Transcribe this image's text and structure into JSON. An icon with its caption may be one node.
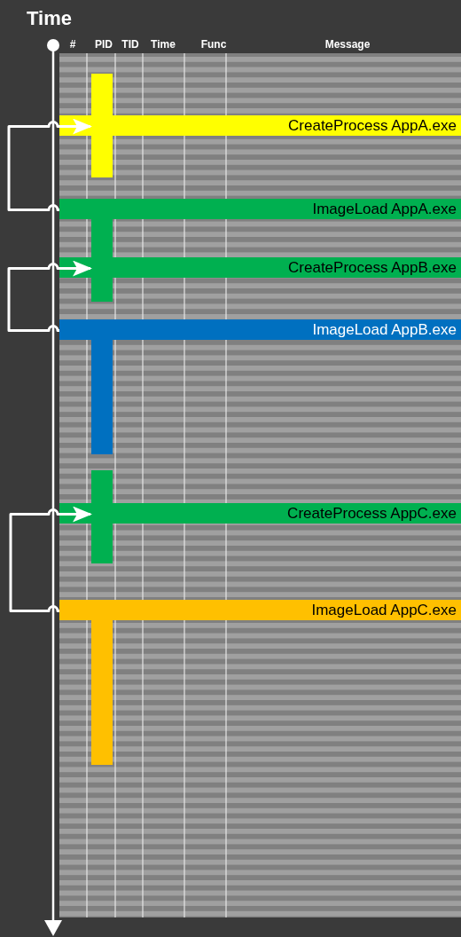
{
  "diagram": {
    "nodes": [
      {
        "text": [
          "CreateProcess AppA.exe"
        ]
      },
      {
        "text": [
          "ImageLoad AppA.exe"
        ]
      },
      {
        "text": [
          "CreateProcess AppB.exe"
        ]
      },
      {
        "text": [
          "ImageLoad AppB.exe"
        ]
      },
      {
        "text": [
          "CreateProcess AppC.exe"
        ]
      },
      {
        "text": [
          "ImageLoad AppC.exe"
        ]
      },
      {
        "text": [],
        "shape": "bar"
      },
      {
        "text": [],
        "shape": "bar"
      },
      {
        "text": [],
        "shape": "bar"
      },
      {
        "text": [],
        "shape": "bar"
      },
      {
        "text": [],
        "shape": "bar"
      }
    ],
    "edges": [
      {
        "from": 1,
        "to": 0,
        "arrow": "to"
      },
      {
        "from": 3,
        "to": 2,
        "arrow": "to"
      },
      {
        "from": 5,
        "to": 4,
        "arrow": "to"
      }
    ],
    "labels": [
      "Time",
      "#",
      "PID",
      "TID",
      "Time",
      "Func",
      "Message"
    ]
  }
}
